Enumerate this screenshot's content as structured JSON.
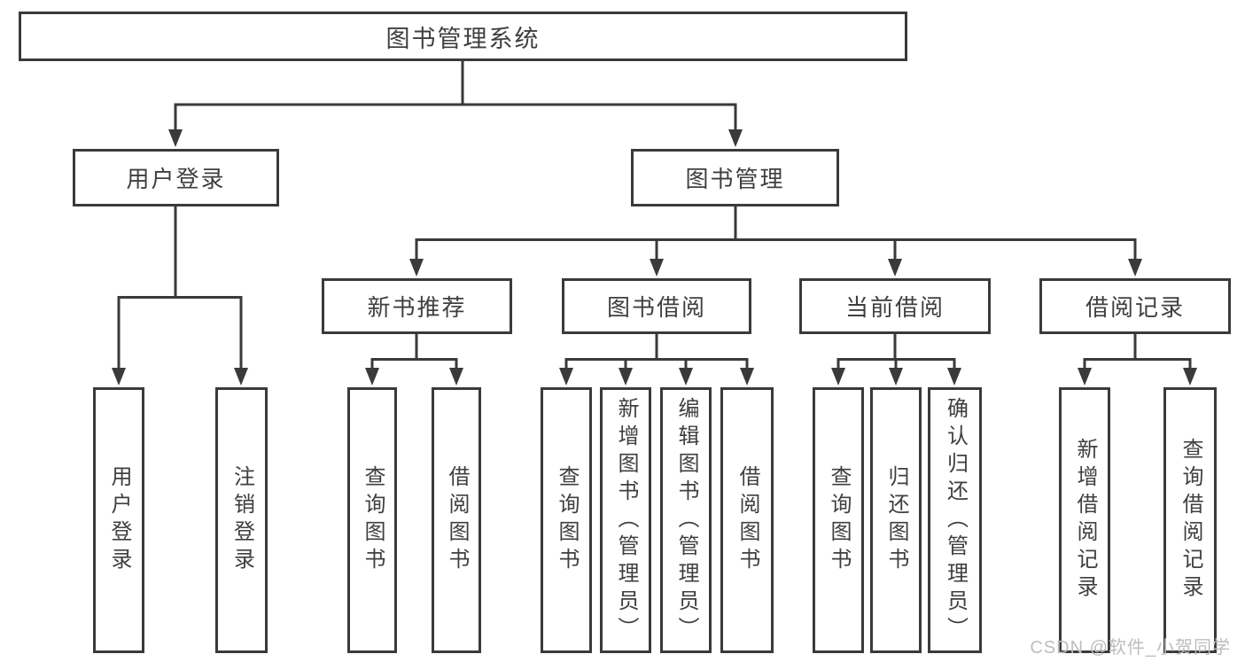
{
  "diagram": {
    "root": {
      "label": "图书管理系统"
    },
    "level2": [
      {
        "label": "用户登录"
      },
      {
        "label": "图书管理"
      }
    ],
    "level3": [
      {
        "label": "新书推荐"
      },
      {
        "label": "图书借阅"
      },
      {
        "label": "当前借阅"
      },
      {
        "label": "借阅记录"
      }
    ],
    "leaves": {
      "g1": [
        {
          "label": "用户登录"
        },
        {
          "label": "注销登录"
        }
      ],
      "g2": [
        {
          "label": "查询图书"
        },
        {
          "label": "借阅图书"
        }
      ],
      "g3": [
        {
          "label": "查询图书"
        },
        {
          "label": "新增图书（管理员）"
        },
        {
          "label": "编辑图书（管理员）"
        },
        {
          "label": "借阅图书"
        }
      ],
      "g4": [
        {
          "label": "查询图书"
        },
        {
          "label": "归还图书"
        },
        {
          "label": "确认归还（管理员）"
        }
      ],
      "g5": [
        {
          "label": "新增借阅记录"
        },
        {
          "label": "查询借阅记录"
        }
      ]
    },
    "watermark": "CSDN @软件_小贺同学",
    "colors": {
      "line": "#3a3a3a",
      "text": "#3f3f3f",
      "background": "#ffffff",
      "watermark": "#bdbdbd"
    }
  }
}
